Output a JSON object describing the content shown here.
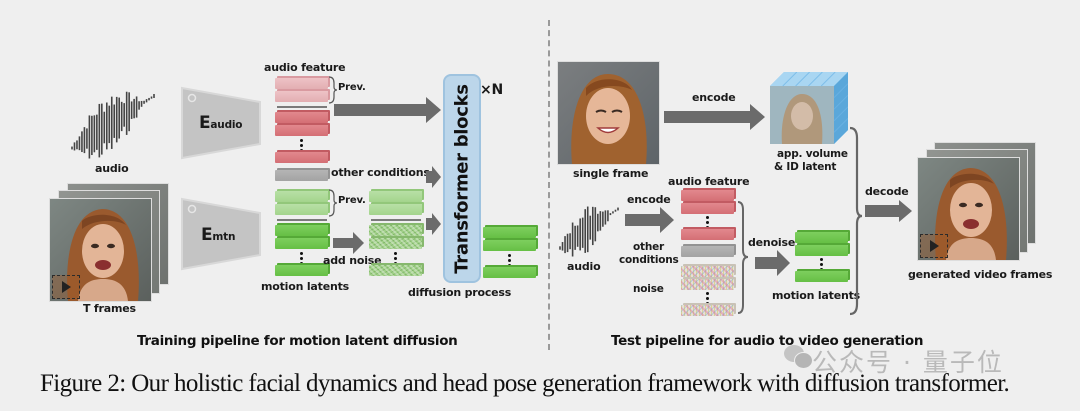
{
  "figure": {
    "caption": "Figure 2: Our holistic facial dynamics and head pose generation framework with diffusion transformer.",
    "watermark": "公众号 · 量子位",
    "colors": {
      "background": "#efefef",
      "audio_feature": "#d9767c",
      "audio_feature_prev": "#eab8bc",
      "other_conditions": "#aaaaaa",
      "motion_latent": "#6cc44b",
      "motion_latent_prev": "#acd894",
      "transformer_block": "#bcd6ea",
      "arrow": "#6b6b6b",
      "app_volume": "#6db4e6"
    }
  },
  "training": {
    "title": "Training pipeline for motion latent diffusion",
    "audio_label": "audio",
    "frames_label": "T frames",
    "encoder_audio": {
      "main": "E",
      "sub": "audio"
    },
    "encoder_motion": {
      "main": "E",
      "sub": "mtn"
    },
    "audio_feature_label": "audio feature",
    "prev_label_1": "Prev.",
    "prev_label_2": "Prev.",
    "other_conditions_label": "other conditions",
    "motion_latents_label": "motion latents",
    "add_noise_label": "add noise",
    "diffusion_process_label": "diffusion process",
    "transformer_label": "Transformer blocks",
    "repeat_label": "×N"
  },
  "test": {
    "title": "Test pipeline for audio to video generation",
    "single_frame_label": "single frame",
    "encode_label_1": "encode",
    "encode_label_2": "encode",
    "app_volume_label_1": "app. volume",
    "app_volume_label_2": "& ID latent",
    "audio_feature_label": "audio feature",
    "audio_label": "audio",
    "other_conditions_label_1": "other",
    "other_conditions_label_2": "conditions",
    "noise_label": "noise",
    "denoise_label": "denoise",
    "motion_latents_label": "motion latents",
    "decode_label": "decode",
    "generated_label": "generated video frames"
  }
}
